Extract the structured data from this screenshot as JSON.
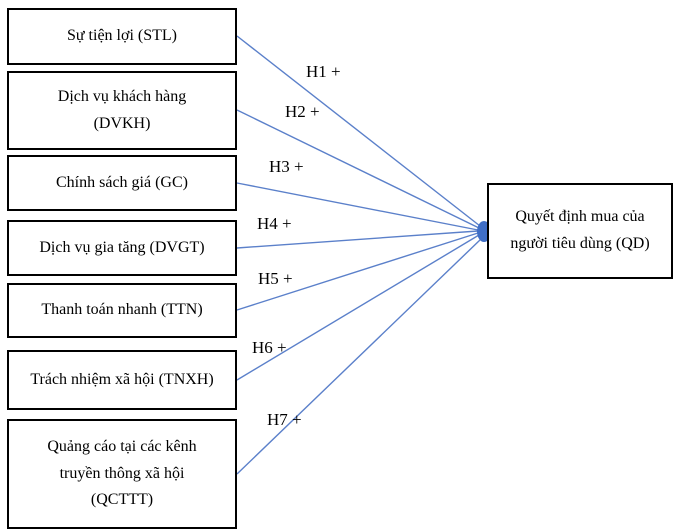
{
  "colors": {
    "connector_line": "#5b80ca",
    "arrowhead": "#3f6ec6",
    "box_border": "#000000",
    "text": "#000000",
    "background": "#ffffff"
  },
  "model": {
    "factors": [
      {
        "code": "STL",
        "lines": [
          "Sự tiện lợi (STL)"
        ],
        "hypothesis": "H1 +"
      },
      {
        "code": "DVKH",
        "lines": [
          "Dịch vụ khách hàng",
          "(DVKH)"
        ],
        "hypothesis": "H2 +"
      },
      {
        "code": "GC",
        "lines": [
          "Chính sách giá (GC)"
        ],
        "hypothesis": "H3 +"
      },
      {
        "code": "DVGT",
        "lines": [
          "Dịch vụ gia tăng (DVGT)"
        ],
        "hypothesis": "H4 +"
      },
      {
        "code": "TTN",
        "lines": [
          "Thanh toán nhanh (TTN)"
        ],
        "hypothesis": "H5 +"
      },
      {
        "code": "TNXH",
        "lines": [
          "Trách nhiệm xã hội (TNXH)"
        ],
        "hypothesis": "H6 +"
      },
      {
        "code": "QCTTT",
        "lines": [
          "Quảng cáo tại các kênh",
          "truyền thông xã hội",
          "(QCTTT)"
        ],
        "hypothesis": "H7 +"
      }
    ],
    "outcome": {
      "code": "QD",
      "lines": [
        "Quyết định mua của",
        "người tiêu dùng (QD)"
      ]
    }
  }
}
